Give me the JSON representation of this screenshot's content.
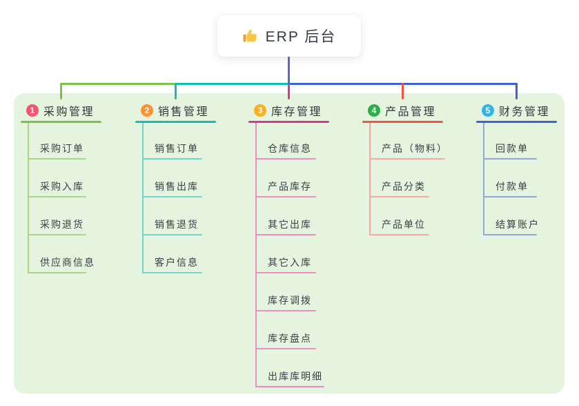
{
  "root": {
    "label": "ERP 后台",
    "icon": "thumbs-up-icon"
  },
  "colors": {
    "board_bg": "#e5f4de",
    "root_connector": "#5b68c8",
    "right_connector": "#3e61d8"
  },
  "branches": [
    {
      "number": "1",
      "title": "采购管理",
      "badge_color": "#f25672",
      "line_color": "#7cc14d",
      "child_line_color": "#abd685",
      "children": [
        "采购订单",
        "采购入库",
        "采购退货",
        "供应商信息"
      ]
    },
    {
      "number": "2",
      "title": "销售管理",
      "badge_color": "#fb9335",
      "line_color": "#16bcb6",
      "child_line_color": "#74d4cd",
      "children": [
        "销售订单",
        "销售出库",
        "销售退货",
        "客户信息"
      ]
    },
    {
      "number": "3",
      "title": "库存管理",
      "badge_color": "#fcb01b",
      "line_color": "#d53a92",
      "child_line_color": "#ec8cc3",
      "children": [
        "仓库信息",
        "产品库存",
        "其它出库",
        "其它入库",
        "库存调拨",
        "库存盘点",
        "出库库明细"
      ]
    },
    {
      "number": "4",
      "title": "产品管理",
      "badge_color": "#2fad4e",
      "line_color": "#f05448",
      "child_line_color": "#f8a8a2",
      "children": [
        "产品（物料）",
        "产品分类",
        "产品单位"
      ]
    },
    {
      "number": "5",
      "title": "财务管理",
      "badge_color": "#32b4e9",
      "line_color": "#3e61d8",
      "child_line_color": "#94a5dc",
      "children": [
        "回款单",
        "付款单",
        "结算账户"
      ]
    }
  ]
}
